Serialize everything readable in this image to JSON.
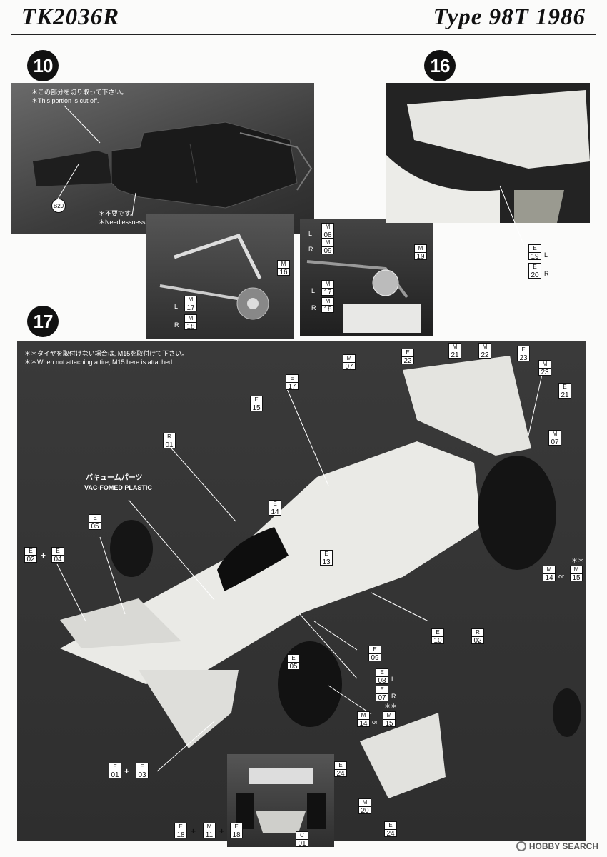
{
  "header": {
    "left": "TK2036R",
    "right": "Type 98T  1986"
  },
  "steps": [
    {
      "number": "10"
    },
    {
      "number": "16"
    },
    {
      "number": "17"
    }
  ],
  "step10": {
    "note_cut_jp": "＊この部分を切り取って下さい。",
    "note_cut_en": "＊This portion is cut off.",
    "note_needless_jp": "＊不要です。",
    "note_needless_en": "＊Needlessness.",
    "callout": "B20"
  },
  "step17": {
    "note_tire_jp": "＊＊タイヤを取付けない場合は, M15を取付けて下さい。",
    "note_tire_en": "＊＊When not attaching a tire, M15 here is attached.",
    "vac_jp": "バキュームパーツ",
    "vac_en": "VAC-FOMED PLASTIC"
  },
  "labels": {
    "L": "L",
    "R": "R",
    "or": "or",
    "plus": "+",
    "stars": "＊＊"
  },
  "parts": [
    {
      "t": "M",
      "b": "08"
    },
    {
      "t": "M",
      "b": "09"
    },
    {
      "t": "M",
      "b": "19"
    },
    {
      "t": "M",
      "b": "16"
    },
    {
      "t": "M",
      "b": "17"
    },
    {
      "t": "M",
      "b": "18"
    },
    {
      "t": "M",
      "b": "17"
    },
    {
      "t": "M",
      "b": "18"
    },
    {
      "t": "E",
      "b": "19"
    },
    {
      "t": "E",
      "b": "20"
    },
    {
      "t": "E",
      "b": "22"
    },
    {
      "t": "M",
      "b": "21"
    },
    {
      "t": "M",
      "b": "22"
    },
    {
      "t": "E",
      "b": "23"
    },
    {
      "t": "M",
      "b": "23"
    },
    {
      "t": "E",
      "b": "21"
    },
    {
      "t": "M",
      "b": "07"
    },
    {
      "t": "E",
      "b": "17"
    },
    {
      "t": "E",
      "b": "15"
    },
    {
      "t": "R",
      "b": "01"
    },
    {
      "t": "M",
      "b": "07"
    },
    {
      "t": "E",
      "b": "14"
    },
    {
      "t": "E",
      "b": "05"
    },
    {
      "t": "E",
      "b": "13"
    },
    {
      "t": "E",
      "b": "02"
    },
    {
      "t": "E",
      "b": "04"
    },
    {
      "t": "M",
      "b": "14"
    },
    {
      "t": "M",
      "b": "15"
    },
    {
      "t": "E",
      "b": "10"
    },
    {
      "t": "R",
      "b": "02"
    },
    {
      "t": "E",
      "b": "09"
    },
    {
      "t": "E",
      "b": "05"
    },
    {
      "t": "E",
      "b": "08"
    },
    {
      "t": "E",
      "b": "07"
    },
    {
      "t": "M",
      "b": "14"
    },
    {
      "t": "M",
      "b": "15"
    },
    {
      "t": "E",
      "b": "01"
    },
    {
      "t": "E",
      "b": "03"
    },
    {
      "t": "E",
      "b": "24"
    },
    {
      "t": "M",
      "b": "20"
    },
    {
      "t": "E",
      "b": "24"
    },
    {
      "t": "E",
      "b": "18"
    },
    {
      "t": "M",
      "b": "11"
    },
    {
      "t": "E",
      "b": "18"
    },
    {
      "t": "C",
      "b": "01"
    }
  ],
  "watermark": "HOBBY SEARCH",
  "colors": {
    "photo_dark": "#2a2a2a",
    "photo_mid": "#4a4a4a",
    "model_white": "#e9e9e6"
  }
}
